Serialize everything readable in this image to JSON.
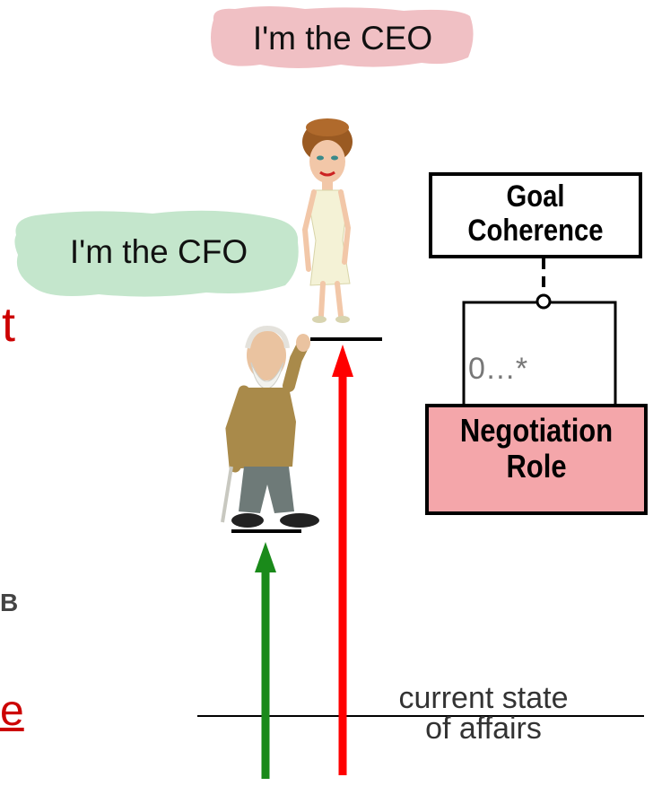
{
  "bubbles": {
    "ceo": "I'm the CEO",
    "cfo": "I'm the CFO"
  },
  "uml": {
    "goal_line1": "Goal",
    "goal_line2": "Coherence",
    "multiplicity": "0…*",
    "role_line1": "Negotiation",
    "role_line2": "Role"
  },
  "baseline": {
    "line1": "current state",
    "line2": "of affairs"
  },
  "cropped_left": {
    "t_fragment": "t",
    "b_fragment": "B",
    "e_fragment": "e"
  },
  "colors": {
    "ceo_bubble": "#f0c0c4",
    "cfo_bubble": "#c4e6cc",
    "red_arrow": "#ff0000",
    "green_arrow": "#1a8a1a",
    "role_fill": "#f4a6aa",
    "edge_text": "#cc0000"
  },
  "icons": {
    "ceo": "woman-ceo-figure",
    "cfo": "old-man-cfo-figure"
  }
}
